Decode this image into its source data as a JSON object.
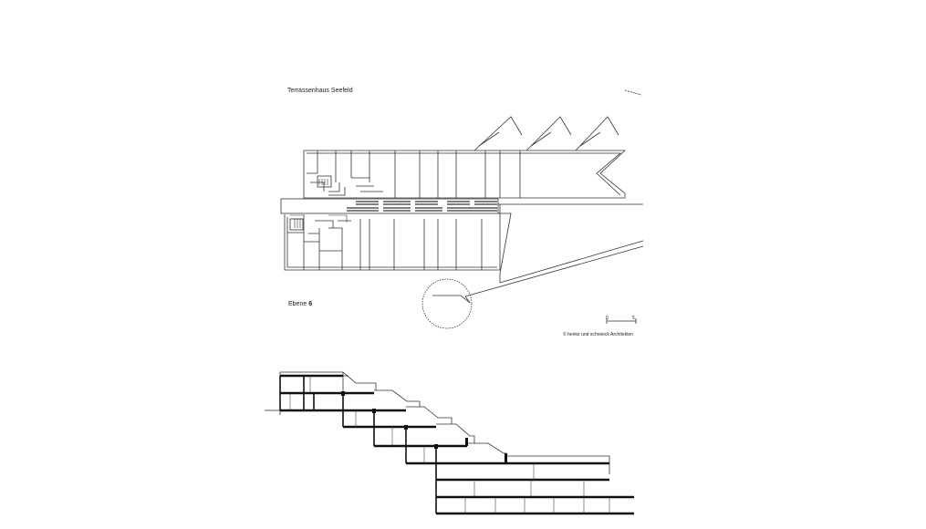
{
  "drawing": {
    "title": "Terrassenhaus  Seefeld",
    "level_label": "Ebene",
    "level_number": "6",
    "scale_start": "0",
    "scale_end": "5",
    "credit": "© henke und schreieck Architekten"
  },
  "colors": {
    "line": "#333333",
    "heavy_line": "#111111",
    "background": "#ffffff"
  }
}
